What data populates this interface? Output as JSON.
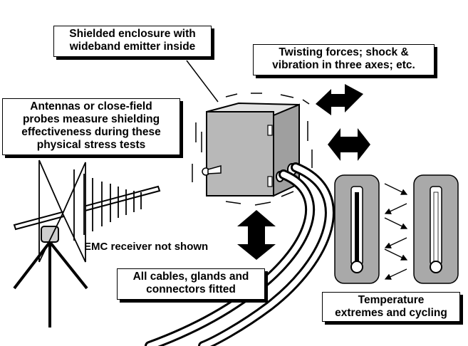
{
  "labels": {
    "enclosure": [
      "Shielded enclosure with",
      "wideband emitter inside"
    ],
    "twisting": [
      "Twisting forces; shock &",
      "vibration in three axes; etc."
    ],
    "antennas": [
      "Antennas or close-field",
      "probes measure shielding",
      "effectiveness during these",
      "physical stress tests"
    ],
    "receiver": "EMC receiver not shown",
    "cables": [
      "All cables, glands and",
      "connectors fitted"
    ],
    "temperature": [
      "Temperature",
      "extremes and cycling"
    ]
  },
  "icons": [
    "shielded-enclosure-icon",
    "log-periodic-antenna-icon",
    "tripod-icon",
    "cable-bundle-icon",
    "thermometer-icon",
    "double-arrow-icon",
    "twist-arrow-icon"
  ],
  "colors": {
    "ink": "#000000",
    "enclosure_fill": "#b8b8b8",
    "thermo_panel": "#a9a9a9",
    "background": "#ffffff"
  }
}
